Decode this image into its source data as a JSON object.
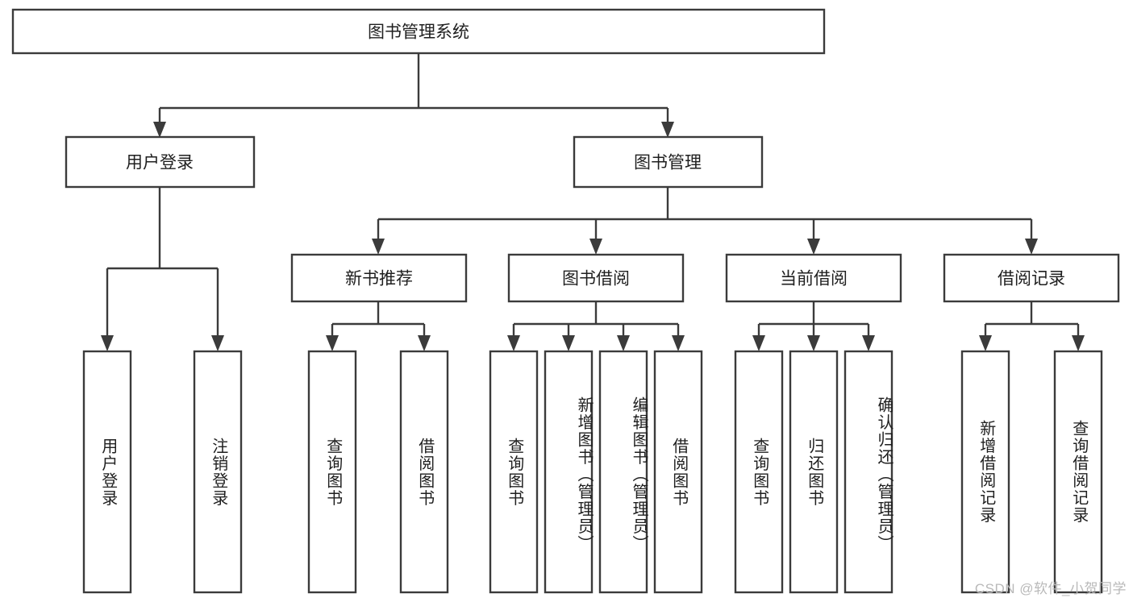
{
  "diagram": {
    "type": "tree",
    "title": "图书管理系统",
    "watermark": "CSDN @软件_小贺同学",
    "colors": {
      "box_stroke": "#3b3b3b",
      "box_fill": "#ffffff",
      "text": "#1f1f1f",
      "connector": "#3b3b3b",
      "watermark": "#b9b9b9",
      "background": "#ffffff"
    },
    "root": {
      "label": "图书管理系统",
      "orientation": "horizontal"
    },
    "level2": [
      {
        "label": "用户登录",
        "orientation": "horizontal"
      },
      {
        "label": "图书管理",
        "orientation": "horizontal"
      }
    ],
    "level3": [
      {
        "label": "新书推荐",
        "orientation": "horizontal"
      },
      {
        "label": "图书借阅",
        "orientation": "horizontal"
      },
      {
        "label": "当前借阅",
        "orientation": "horizontal"
      },
      {
        "label": "借阅记录",
        "orientation": "horizontal"
      }
    ],
    "leaves": {
      "user_login": [
        {
          "label": "用户登录",
          "orientation": "vertical"
        },
        {
          "label": "注销登录",
          "orientation": "vertical"
        }
      ],
      "new_book_recommend": [
        {
          "label": "查询图书",
          "orientation": "vertical"
        },
        {
          "label": "借阅图书",
          "orientation": "vertical"
        }
      ],
      "book_borrow": [
        {
          "label": "查询图书",
          "orientation": "vertical"
        },
        {
          "label": "新增图书（管理员）",
          "orientation": "vertical"
        },
        {
          "label": "编辑图书（管理员）",
          "orientation": "vertical"
        },
        {
          "label": "借阅图书",
          "orientation": "vertical"
        }
      ],
      "current_borrow": [
        {
          "label": "查询图书",
          "orientation": "vertical"
        },
        {
          "label": "归还图书",
          "orientation": "vertical"
        },
        {
          "label": "确认归还（管理员）",
          "orientation": "vertical"
        }
      ],
      "borrow_record": [
        {
          "label": "新增借阅记录",
          "orientation": "vertical"
        },
        {
          "label": "查询借阅记录",
          "orientation": "vertical"
        }
      ]
    }
  }
}
